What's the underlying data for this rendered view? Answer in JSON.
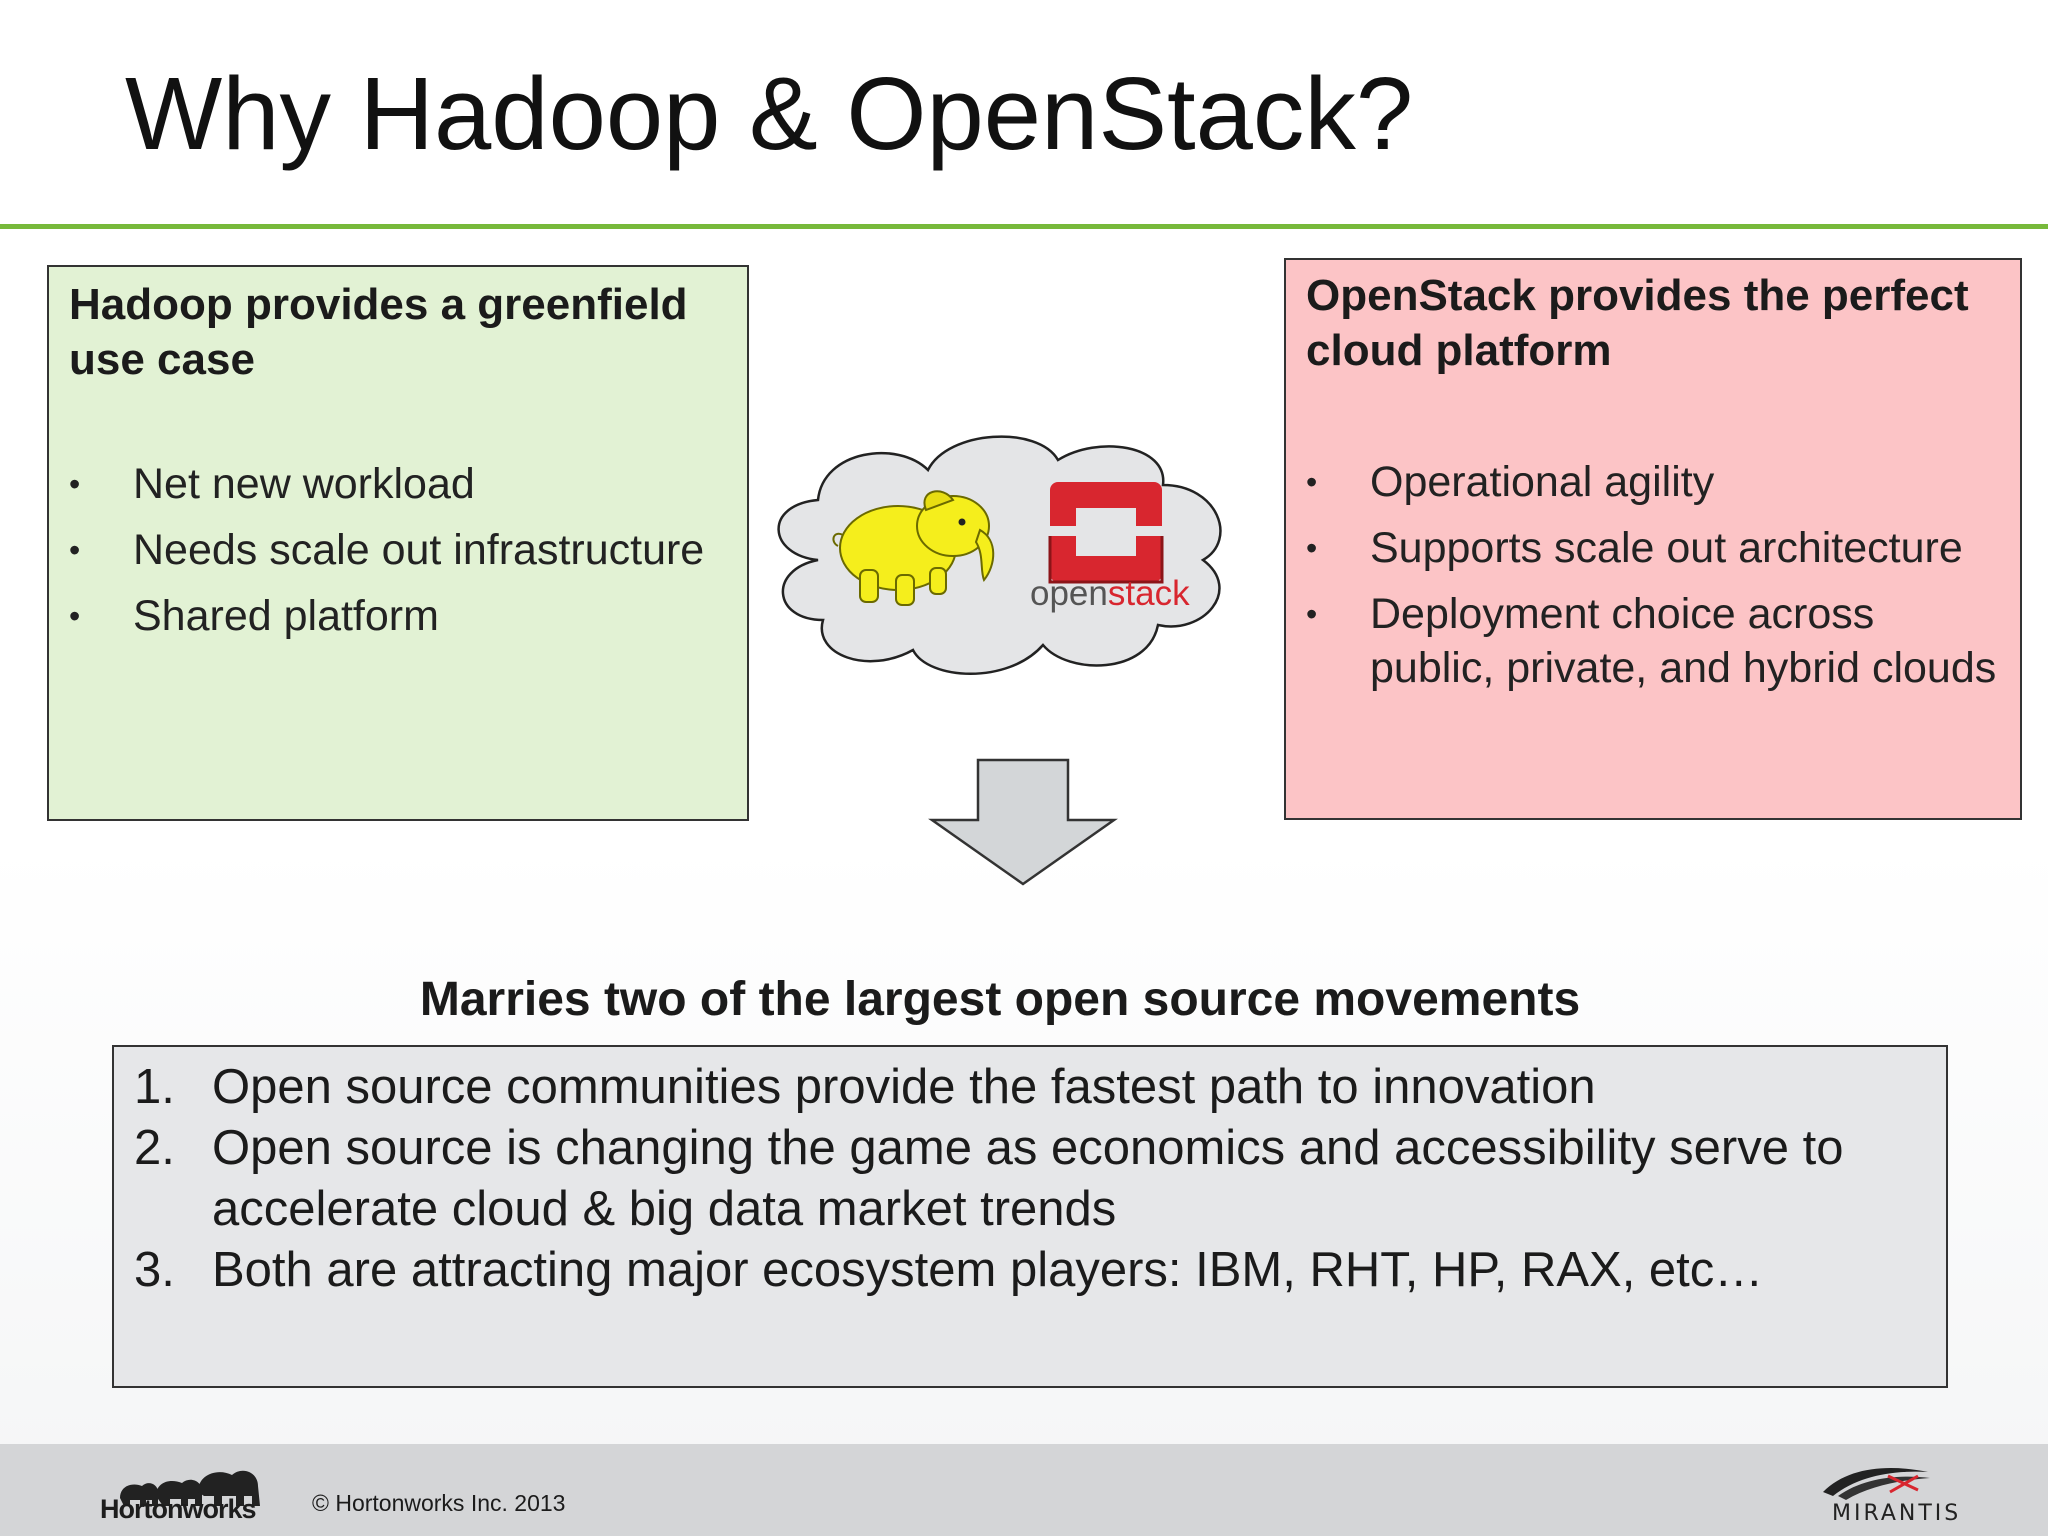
{
  "slide": {
    "title": "Why Hadoop & OpenStack?"
  },
  "hadoop_box": {
    "heading": "Hadoop provides a greenfield use case",
    "bullets": [
      "Net new workload",
      "Needs scale out infrastructure",
      "Shared platform"
    ]
  },
  "openstack_box": {
    "heading": "OpenStack provides the perfect cloud platform",
    "bullets": [
      "Operational agility",
      "Supports scale out architecture",
      "Deployment choice across public, private, and hybrid clouds"
    ]
  },
  "center": {
    "logo_text_a": "open",
    "logo_text_b": "stack"
  },
  "summary": {
    "heading": "Marries two of the largest open source movements",
    "items": [
      "Open source communities provide the fastest path to innovation",
      "Open source is changing the game as economics and accessibility serve to accelerate cloud & big data market trends",
      "Both are attracting major ecosystem players: IBM, RHT, HP, RAX, etc…"
    ],
    "numbers": [
      "1.",
      "2.",
      "3."
    ]
  },
  "footer": {
    "brand_left": "Hortonworks",
    "copyright": "© Hortonworks Inc. 2013",
    "brand_right": "MIRANTIS"
  },
  "bullet_symbol": "•",
  "colors": {
    "rule": "#77b93b",
    "hadoop_box": "#e2f2d4",
    "openstack_box": "#fcc4c6",
    "summary_box": "#e6e7e9",
    "footer": "#d4d5d7",
    "openstack_red": "#d8262f"
  }
}
